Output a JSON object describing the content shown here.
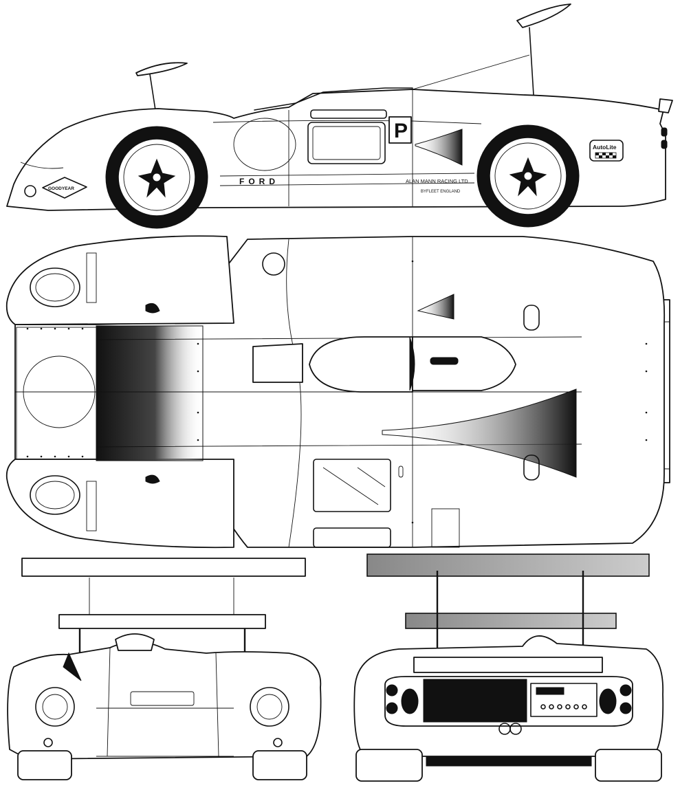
{
  "colors": {
    "ink": "#111111",
    "paper": "#ffffff"
  },
  "decals": {
    "race_class": "P",
    "sponsor_tire": "GOODYEAR",
    "sponsor_plug": "AutoLite",
    "maker": "FORD",
    "team": "ALAN MANN RACING LTD",
    "team_location": "BYFLEET ENGLAND"
  },
  "views": [
    "side-view",
    "top-view",
    "front-view",
    "rear-view"
  ]
}
